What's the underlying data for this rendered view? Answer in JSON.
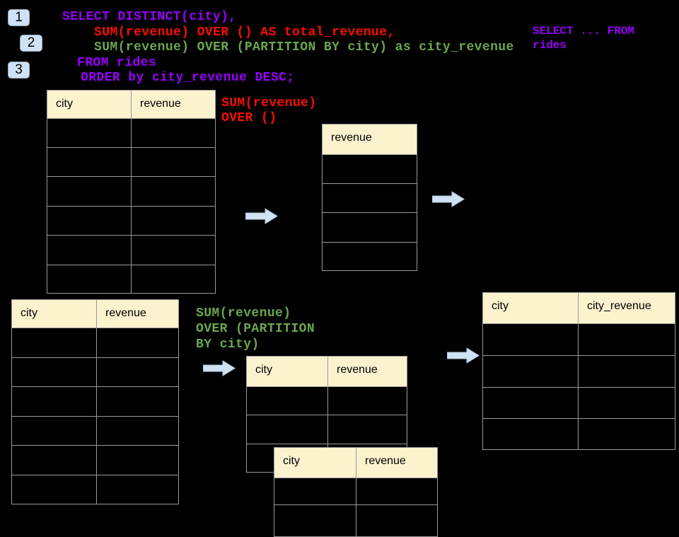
{
  "colors": {
    "purple": "#9900FF",
    "red": "#FF0D00",
    "green": "#6AA84F",
    "arrow_fill": "#CFE2F3",
    "arrow_stroke": "#AFC9E2",
    "header_fill": "#FCF2CE",
    "table_border": "#999999",
    "badge_fill": "#CFE2F3",
    "badge_border": "#93AAC1"
  },
  "badges": [
    {
      "label": "1"
    },
    {
      "label": "2"
    },
    {
      "label": "3"
    }
  ],
  "sql": {
    "line1": "SELECT DISTINCT(city),",
    "line2": "SUM(revenue) OVER () AS total_revenue,",
    "line3": "SUM(revenue) OVER (PARTITION BY city) as city_revenue",
    "line4": "FROM rides",
    "line5": "ORDER by city_revenue DESC;"
  },
  "side_snippet": {
    "line1": "SELECT ... FROM",
    "line2": "rides"
  },
  "annotations": {
    "total_line1": "SUM(revenue)",
    "total_line2": "OVER ()",
    "partition_line1": "SUM(revenue)",
    "partition_line2": "OVER (PARTITION",
    "partition_line3": "BY city)"
  },
  "tables": {
    "rides_top": {
      "headers": [
        "city",
        "revenue"
      ]
    },
    "total_result": {
      "headers": [
        "revenue"
      ]
    },
    "rides_bottom": {
      "headers": [
        "city",
        "revenue"
      ]
    },
    "partition_step": {
      "headers": [
        "city",
        "revenue"
      ]
    },
    "partition_step2": {
      "headers": [
        "city",
        "revenue"
      ]
    },
    "final_result": {
      "headers": [
        "city",
        "city_revenue"
      ]
    }
  }
}
